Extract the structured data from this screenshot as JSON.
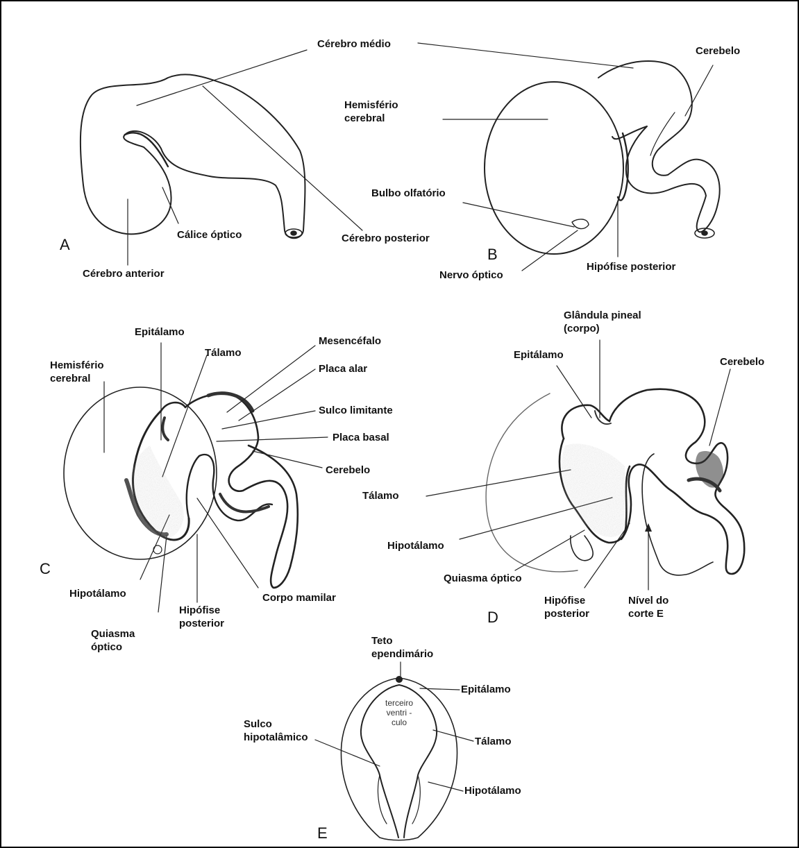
{
  "figure": {
    "panels": {
      "A": {
        "letter": "A",
        "labels": {
          "cerebro_medio": "Cérebro médio",
          "calice_optico": "Cálice óptico",
          "cerebro_anterior": "Cérebro anterior",
          "cerebro_posterior": "Cérebro posterior"
        }
      },
      "B": {
        "letter": "B",
        "labels": {
          "cerebelo": "Cerebelo",
          "hemisferio_cerebral": "Hemisfério cerebral",
          "bulbo_olfatorio": "Bulbo olfatório",
          "nervo_optico": "Nervo óptico",
          "hipofise_posterior": "Hipófise posterior"
        }
      },
      "C": {
        "letter": "C",
        "labels": {
          "hemisferio_cerebral": "Hemisfério cerebral",
          "epitalamo": "Epitálamo",
          "talamo": "Tálamo",
          "mesencefalo": "Mesencéfalo",
          "placa_alar": "Placa alar",
          "sulco_limitante": "Sulco limitante",
          "placa_basal": "Placa basal",
          "cerebelo": "Cerebelo",
          "hipotalamo": "Hipotálamo",
          "quiasma_optico": "Quiasma óptico",
          "hipofise_posterior": "Hipófise posterior",
          "corpo_mamilar": "Corpo mamilar"
        }
      },
      "D": {
        "letter": "D",
        "labels": {
          "glandula_pineal": "Glândula pineal (corpo)",
          "epitalamo": "Epitálamo",
          "cerebelo": "Cerebelo",
          "talamo": "Tálamo",
          "hipotalamo": "Hipotálamo",
          "quiasma_optico": "Quiasma óptico",
          "hipofise_posterior": "Hipófise posterior",
          "nivel_corte": "Nível do corte E"
        }
      },
      "E": {
        "letter": "E",
        "labels": {
          "teto_ependimario": "Teto ependimário",
          "epitalamo": "Epitálamo",
          "terceiro_ventriculo": "terceiro ventri - culo",
          "sulco_hipotalamico": "Sulco hipotalâmico",
          "talamo": "Tálamo",
          "hipotalamo": "Hipotálamo"
        }
      }
    }
  }
}
